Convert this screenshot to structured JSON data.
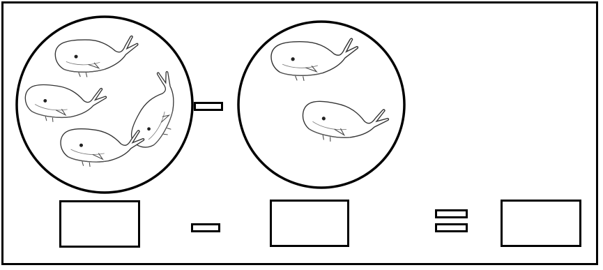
{
  "worksheet": {
    "type": "subtraction picture equation",
    "operator_top": "minus",
    "operator_bottom": "minus",
    "result_sign": "equals"
  },
  "groups": [
    {
      "label": "",
      "item": "whale",
      "count": 4
    },
    {
      "label": "",
      "item": "whale",
      "count": 2
    }
  ],
  "answers": {
    "minuend": "",
    "subtrahend": "",
    "difference": ""
  },
  "icons": {
    "whale": "whale-icon",
    "minus": "minus-sign-icon",
    "equals": "equals-sign-icon"
  },
  "colors": {
    "line": "#000000",
    "background": "#ffffff"
  }
}
